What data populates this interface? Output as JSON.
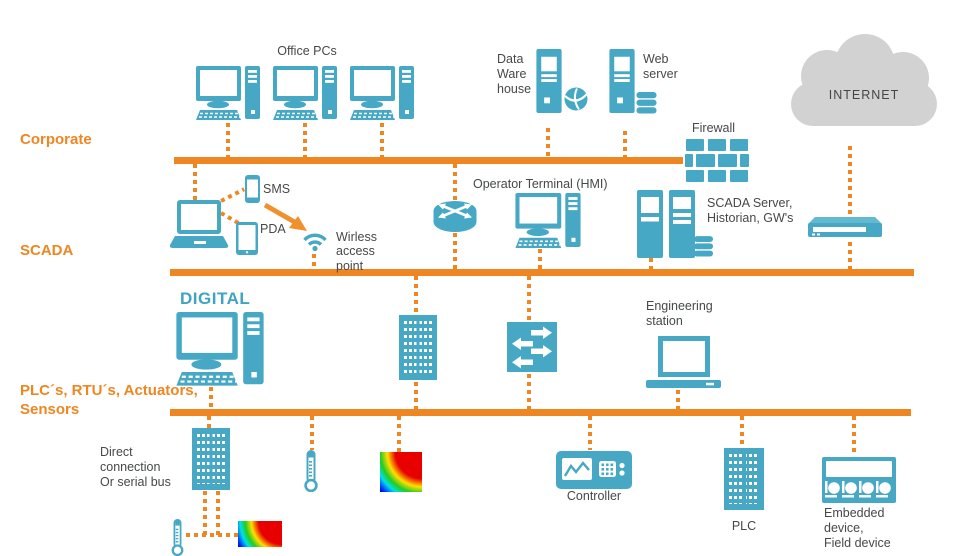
{
  "colors": {
    "device_teal": "#46A8C5",
    "bus_orange": "#EE8722",
    "arrow_orange": "#F0912E",
    "cloud_gray": "#D2D2D2",
    "label_gray": "#46484a"
  },
  "levels": {
    "corporate": "Corporate",
    "scada": "SCADA",
    "field": "PLC´s, RTU´s, Actuators,\nSensors"
  },
  "zone_title": {
    "digital": "DIGITAL"
  },
  "nodes": {
    "office_pcs": "Office PCs",
    "data_warehouse": "Data\nWare\nhouse",
    "web_server": "Web\nserver",
    "firewall": "Firewall",
    "internet": "INTERNET",
    "sms": "SMS",
    "pda": "PDA",
    "wireless_ap": "Wirless\naccess\npoint",
    "operator_terminal": "Operator Terminal (HMI)",
    "scada_server": "SCADA Server,\nHistorian, GW's",
    "engineering_station": "Engineering\nstation",
    "direct_connection": "Direct\nconnection\nOr serial bus",
    "controller": "Controller",
    "plc": "PLC",
    "embedded_device": "Embedded\ndevice,\nField device"
  },
  "icons": [
    "desktop-pc-icon",
    "server-tower-icon",
    "globe-icon",
    "database-icon",
    "firewall-icon",
    "cloud-icon",
    "laptop-icon",
    "smartphone-icon",
    "tablet-icon",
    "wifi-icon",
    "router-icon",
    "modem-icon",
    "building-rack-icon",
    "switch-icon",
    "controller-icon",
    "plc-icon",
    "embedded-device-icon",
    "thermometer-icon",
    "heatmap-icon",
    "arrow-icon"
  ]
}
